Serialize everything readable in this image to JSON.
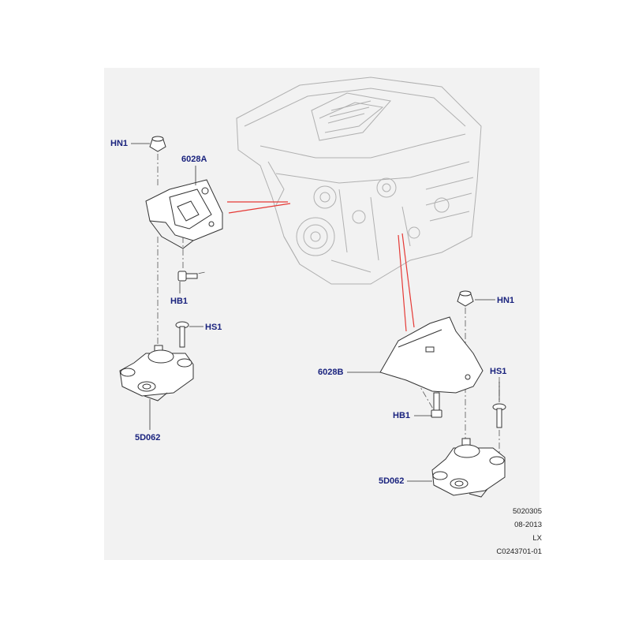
{
  "callouts": {
    "hn1_left": "HN1",
    "bracket_a": "6028A",
    "hb1_left": "HB1",
    "hs1_left": "HS1",
    "mount_left": "5D062",
    "hn1_right": "HN1",
    "hs1_right": "HS1",
    "bracket_b": "6028B",
    "hb1_right": "HB1",
    "mount_right": "5D062"
  },
  "footer": {
    "ref_number": "5020305",
    "date": "08-2013",
    "model": "LX",
    "illustration_code": "C0243701-01"
  },
  "colors": {
    "panel_bg": "#f2f2f2",
    "callout_text": "#1a237e",
    "leader_line": "#e53935",
    "engine_ghost": "#b0b0b0",
    "part_outline": "#333333"
  }
}
